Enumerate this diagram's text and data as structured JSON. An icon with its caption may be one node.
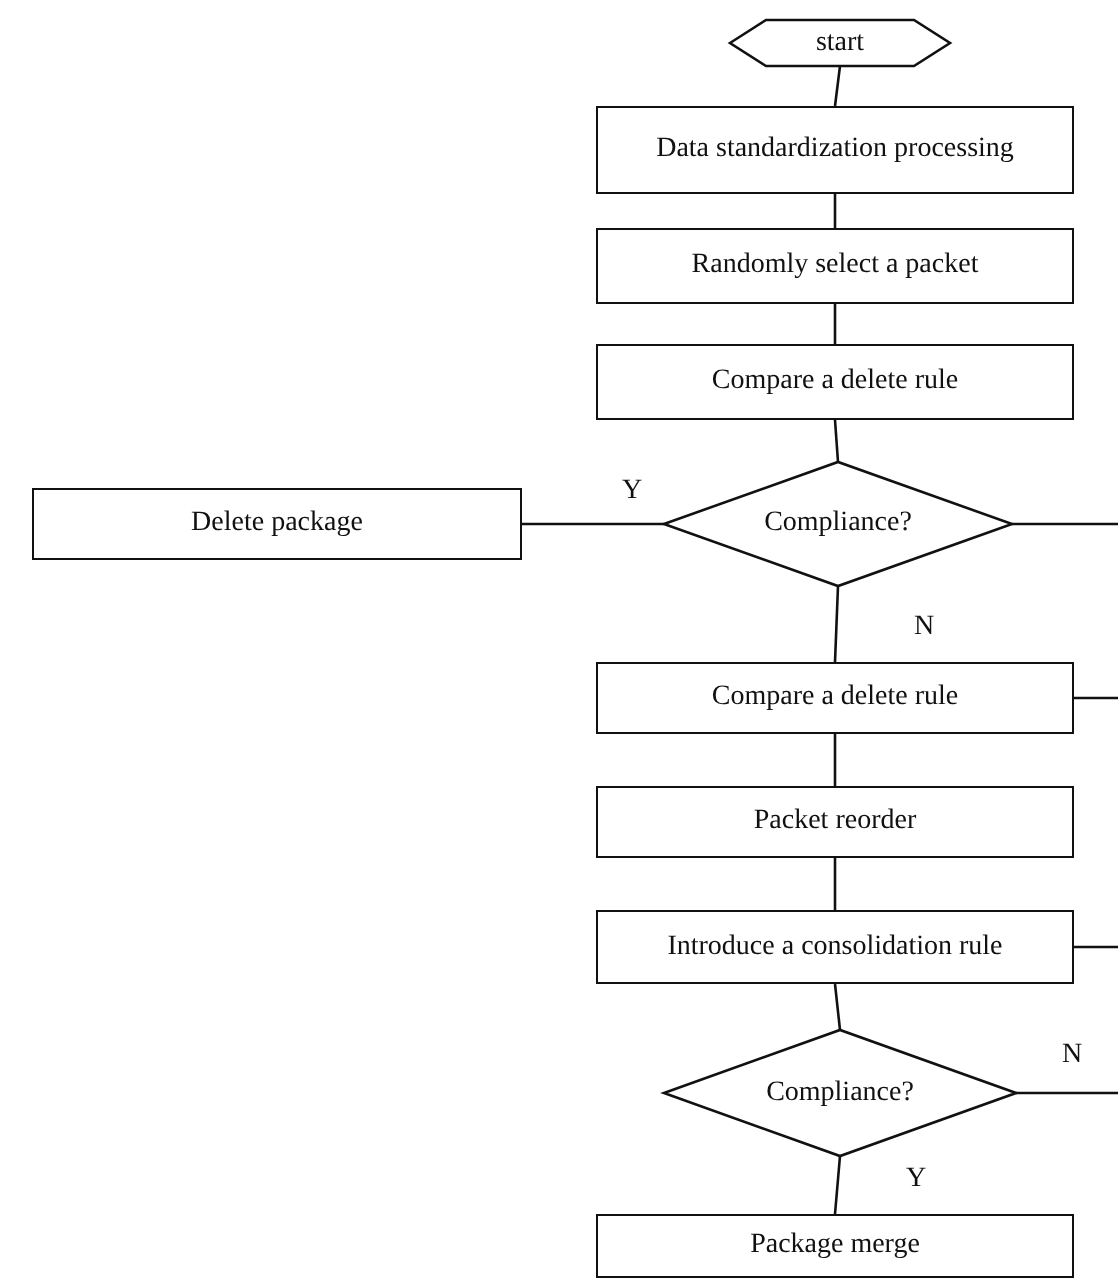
{
  "diagram": {
    "nodes": [
      {
        "text": [
          "start"
        ]
      },
      {
        "text": [
          "Data standardization processing"
        ]
      },
      {
        "text": [
          "Randomly select a packet"
        ]
      },
      {
        "text": [
          "Compare a delete rule"
        ]
      },
      {
        "text": [
          "Compliance?"
        ]
      },
      {
        "text": [
          "Delete package"
        ]
      },
      {
        "text": [
          "Compare a delete rule"
        ]
      },
      {
        "text": [
          "Packet reorder"
        ]
      },
      {
        "text": [
          "Introduce a consolidation rule"
        ]
      },
      {
        "text": [
          "Compliance?"
        ]
      },
      {
        "text": [
          "Package merge"
        ]
      }
    ],
    "edges": [
      {
        "from": 0,
        "to": 1,
        "arrow": "none"
      },
      {
        "from": 1,
        "to": 2,
        "arrow": "none"
      },
      {
        "from": 2,
        "to": 3,
        "arrow": "none"
      },
      {
        "from": 3,
        "to": 4,
        "arrow": "none"
      },
      {
        "from": 4,
        "to": 5,
        "arrow": "none",
        "label": "Y"
      },
      {
        "from": 4,
        "to": 6,
        "arrow": "none",
        "label": "N"
      },
      {
        "from": 6,
        "to": 7,
        "arrow": "none"
      },
      {
        "from": 7,
        "to": 8,
        "arrow": "none"
      },
      {
        "from": 8,
        "to": 9,
        "arrow": "none"
      },
      {
        "from": 9,
        "to": 10,
        "arrow": "none",
        "label": "Y"
      },
      {
        "from": 4,
        "to": null,
        "arrow": "none"
      },
      {
        "from": 6,
        "to": null,
        "arrow": "none"
      },
      {
        "from": 8,
        "to": null,
        "arrow": "none"
      },
      {
        "from": 9,
        "to": null,
        "arrow": "none",
        "label": "N"
      }
    ]
  }
}
